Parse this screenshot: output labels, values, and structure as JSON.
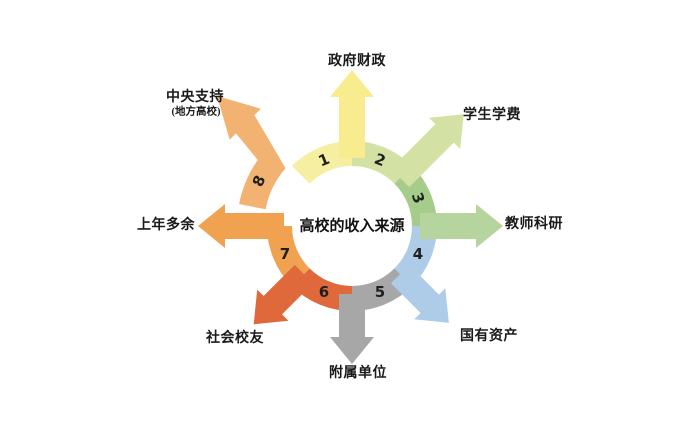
{
  "title": {
    "text": "高校的收入来源"
  },
  "colors": {
    "background": "#ffffff",
    "text": "#1a1a1a"
  },
  "items": [
    {
      "number": "1",
      "label": "政府财政",
      "direction": "up",
      "color": "#F6EFA1",
      "arrow_color": "#F7EC8E"
    },
    {
      "number": "2",
      "label": "学生学费",
      "direction": "upper-right",
      "color": "#D4E1A5",
      "arrow_color": "#D4E1A5"
    },
    {
      "number": "3",
      "label": "教师科研",
      "direction": "right",
      "color": "#A5CC8A",
      "arrow_color": "#B6D59E"
    },
    {
      "number": "4",
      "label": "国有资产",
      "direction": "lower-right",
      "color": "#AECCE8",
      "arrow_color": "#AECCE8"
    },
    {
      "number": "5",
      "label": "附属单位",
      "direction": "down",
      "color": "#A8A7A7",
      "arrow_color": "#A8A7A7"
    },
    {
      "number": "6",
      "label": "社会校友",
      "direction": "lower-left",
      "color": "#E0693B",
      "arrow_color": "#E0693B"
    },
    {
      "number": "7",
      "label": "上年多余",
      "direction": "left",
      "color": "#F1A251",
      "arrow_color": "#F1A251"
    },
    {
      "number": "8",
      "label": "中央支持",
      "sublabel": "(地方高校)",
      "direction": "upper-left",
      "color": "#F2B372",
      "arrow_color": "#F2B372"
    }
  ]
}
